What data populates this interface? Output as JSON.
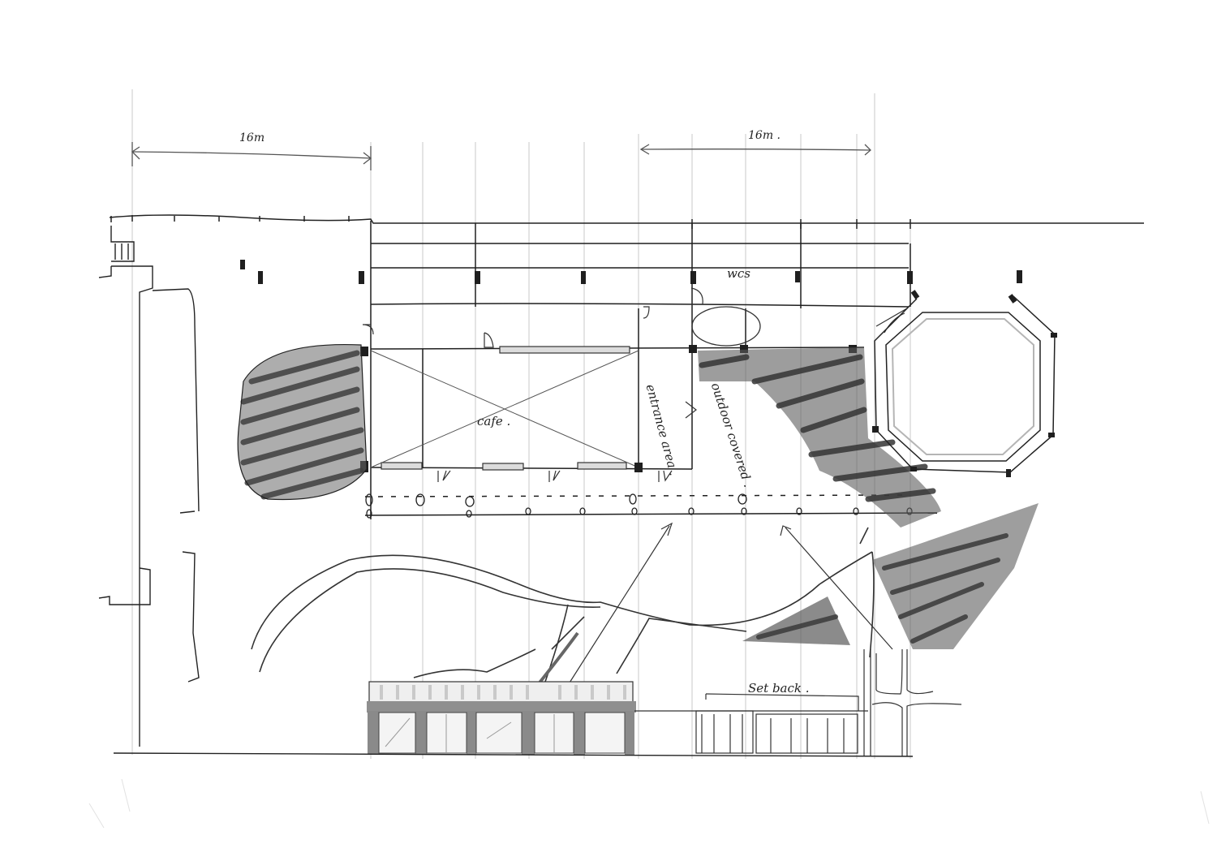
{
  "drawing": {
    "type": "architectural concept sketch",
    "views": [
      "plan",
      "street elevation"
    ],
    "colors": {
      "paper": "#ffffff",
      "ink": "#1f1f1f",
      "grid": "#c8c8c8",
      "marker_hatch": "#4a4a4a",
      "tone": "#9a9a9a"
    }
  },
  "dimensions": {
    "left_span": "16m",
    "right_span": "16m ."
  },
  "plan_labels": {
    "wcs": "wcs",
    "cafe": "cafe .",
    "entrance_area": "entrance area .",
    "outdoor_covered": "outdoor covered ."
  },
  "elevation_labels": {
    "set_back": "Set back ."
  }
}
